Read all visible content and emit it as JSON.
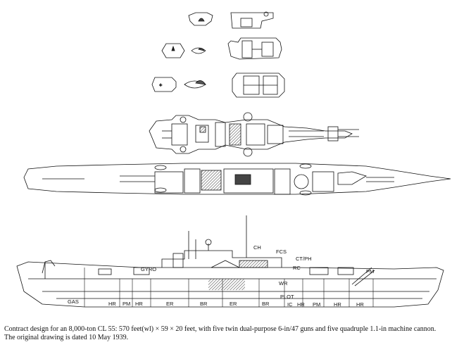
{
  "compartment_labels": {
    "gas": "GAS",
    "hr": "HR",
    "pm": "PM",
    "er": "ER",
    "br": "BR",
    "ic": "IC",
    "plot": "PLOT",
    "wr": "WR",
    "rc": "RC",
    "ct_ph": "CT/PH",
    "fcs": "FCS",
    "ch": "CH",
    "gyro": "GYRO"
  },
  "caption": {
    "line1": "Contract design for an 8,000-ton CL 55: 570 feet(wl) × 59 × 20 feet, with five twin dual-purpose 6-in/47 guns and five quadruple 1.1-in machine cannon.",
    "line2": "The original drawing is dated 10 May 1939."
  },
  "colors": {
    "ink": "#111111",
    "hatch": "#555555",
    "paper": "#ffffff"
  }
}
